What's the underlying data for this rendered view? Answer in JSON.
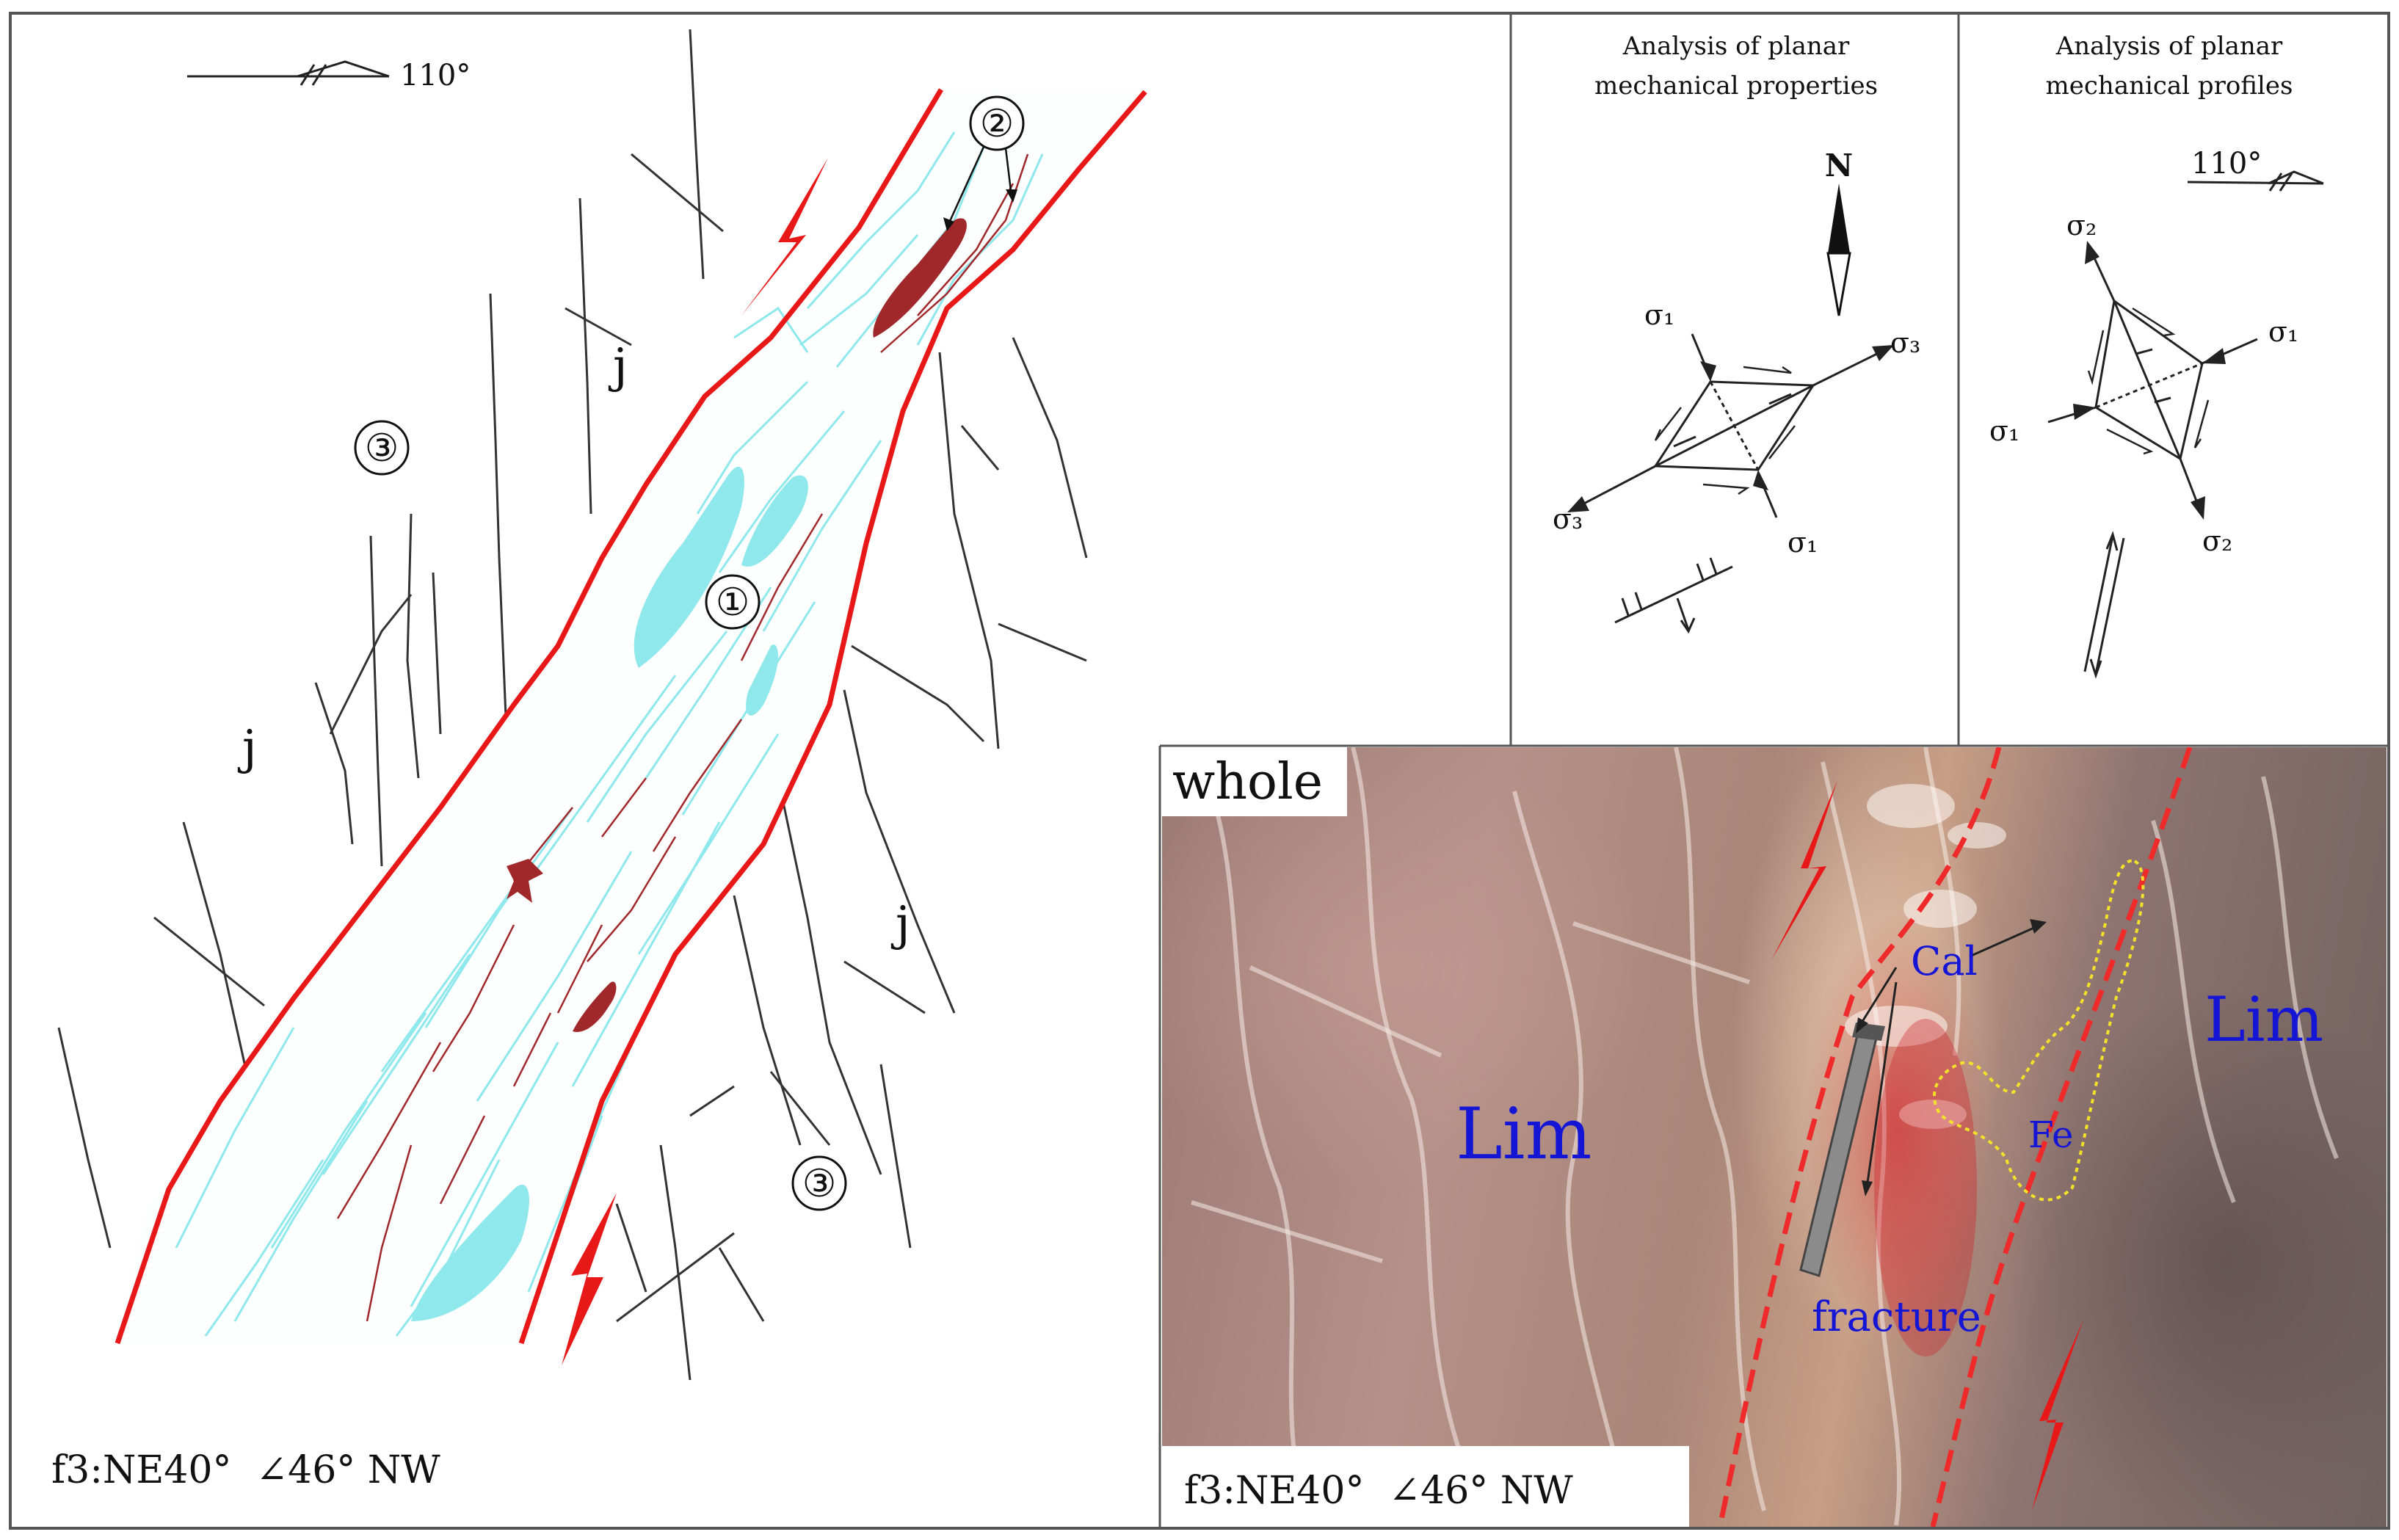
{
  "sketch": {
    "orientation_label": "110°",
    "zone_labels": {
      "fault_core": "①",
      "inclusion": "②",
      "host_rock_a": "③",
      "host_rock_b": "③"
    },
    "joint_labels": [
      "j",
      "j",
      "j"
    ],
    "caption": "f3:NE40°  ∠46° NW"
  },
  "planar_panel": {
    "title_line1": "Analysis of planar",
    "title_line2": "mechanical properties",
    "north": "N",
    "sigma1_top": "σ₁",
    "sigma1_bottom": "σ₁",
    "sigma3_right": "σ₃",
    "sigma3_left": "σ₃"
  },
  "profile_panel": {
    "title_line1": "Analysis of planar",
    "title_line2": "mechanical profiles",
    "orientation_label": "110°",
    "sigma2_top": "σ₂",
    "sigma2_bottom": "σ₂",
    "sigma1_right": "σ₁",
    "sigma1_left": "σ₁"
  },
  "photo": {
    "tag": "whole",
    "lim_left": "Lim",
    "lim_right": "Lim",
    "cal": "Cal",
    "fe": "Fe",
    "fracture": "fracture",
    "caption": "f3:NE40°  ∠46° NW"
  },
  "colors": {
    "fault": "#e81818",
    "calcite": "#8ee8ec",
    "iron": "#a0282a",
    "text_blue": "#1515d6"
  }
}
